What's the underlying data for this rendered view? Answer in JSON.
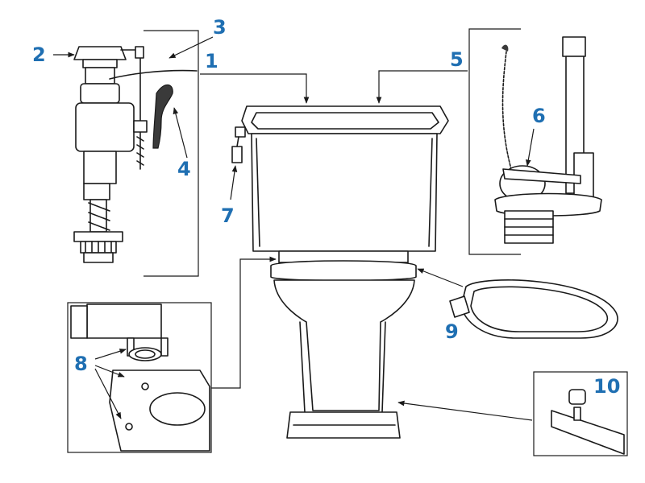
{
  "diagram": {
    "accent_color": "#1f6fb2",
    "callouts": [
      {
        "id": "1",
        "label": "1"
      },
      {
        "id": "2",
        "label": "2"
      },
      {
        "id": "3",
        "label": "3"
      },
      {
        "id": "4",
        "label": "4"
      },
      {
        "id": "5",
        "label": "5"
      },
      {
        "id": "6",
        "label": "6"
      },
      {
        "id": "7",
        "label": "7"
      },
      {
        "id": "8",
        "label": "8"
      },
      {
        "id": "9",
        "label": "9"
      },
      {
        "id": "10",
        "label": "10"
      }
    ]
  }
}
